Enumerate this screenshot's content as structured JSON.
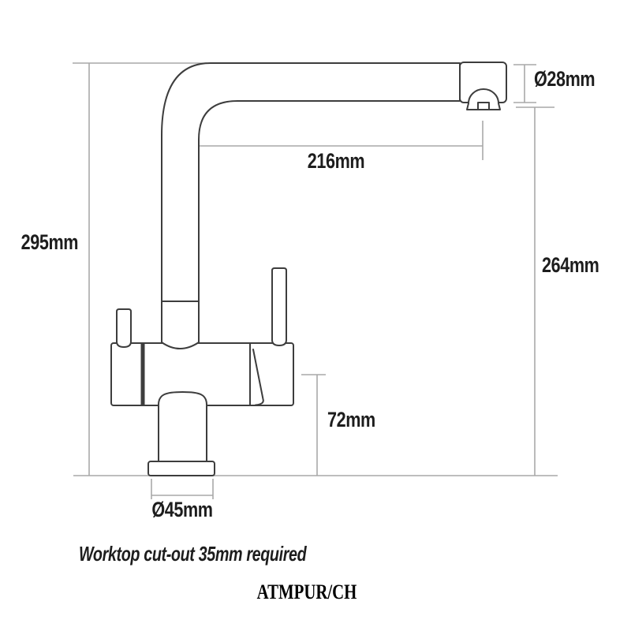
{
  "diagram": {
    "dimensions": {
      "overall_height": "295mm",
      "spout_reach": "216mm",
      "spout_diameter": "Ø28mm",
      "clearance_height": "264mm",
      "body_height": "72mm",
      "base_diameter": "Ø45mm"
    },
    "note": "Worktop cut-out 35mm required",
    "product_code": "ATMPUR/CH",
    "colors": {
      "outline": "#3d3d3d",
      "dimension_lines": "#a8a8a8",
      "label_text": "#1d1d1d",
      "background": "#ffffff"
    }
  }
}
